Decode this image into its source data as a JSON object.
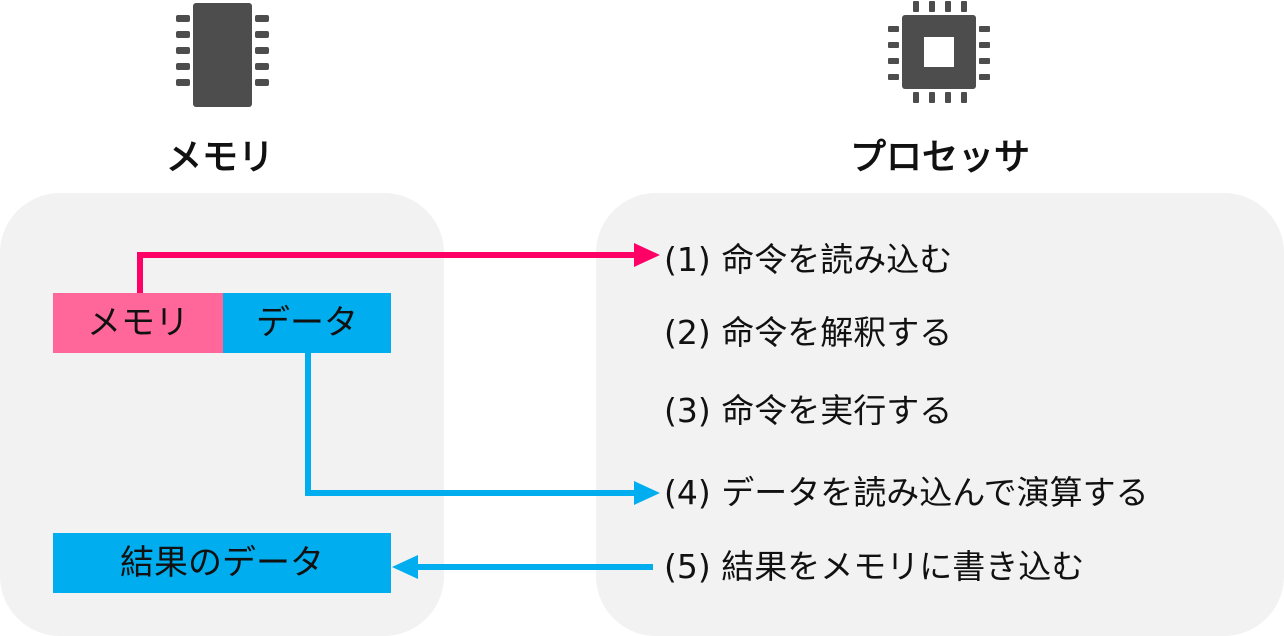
{
  "memory": {
    "title": "メモリ",
    "address_box": "メモリ",
    "data_box": "データ",
    "result_box": "結果のデータ"
  },
  "processor": {
    "title": "プロセッサ",
    "steps": [
      "(1) 命令を読み込む",
      "(2) 命令を解釈する",
      "(3) 命令を実行する",
      "(4) データを読み込んで演算する",
      "(5) 結果をメモリに書き込む"
    ]
  },
  "icons": {
    "memory": "memory-chip-icon",
    "processor": "processor-chip-icon"
  },
  "colors": {
    "panel": "#f2f2f2",
    "memory_address": "#ff6699",
    "data": "#00aeef",
    "instruction_arrow": "#ff0066",
    "data_arrow": "#00aeef",
    "chip": "#4d4d4d"
  }
}
